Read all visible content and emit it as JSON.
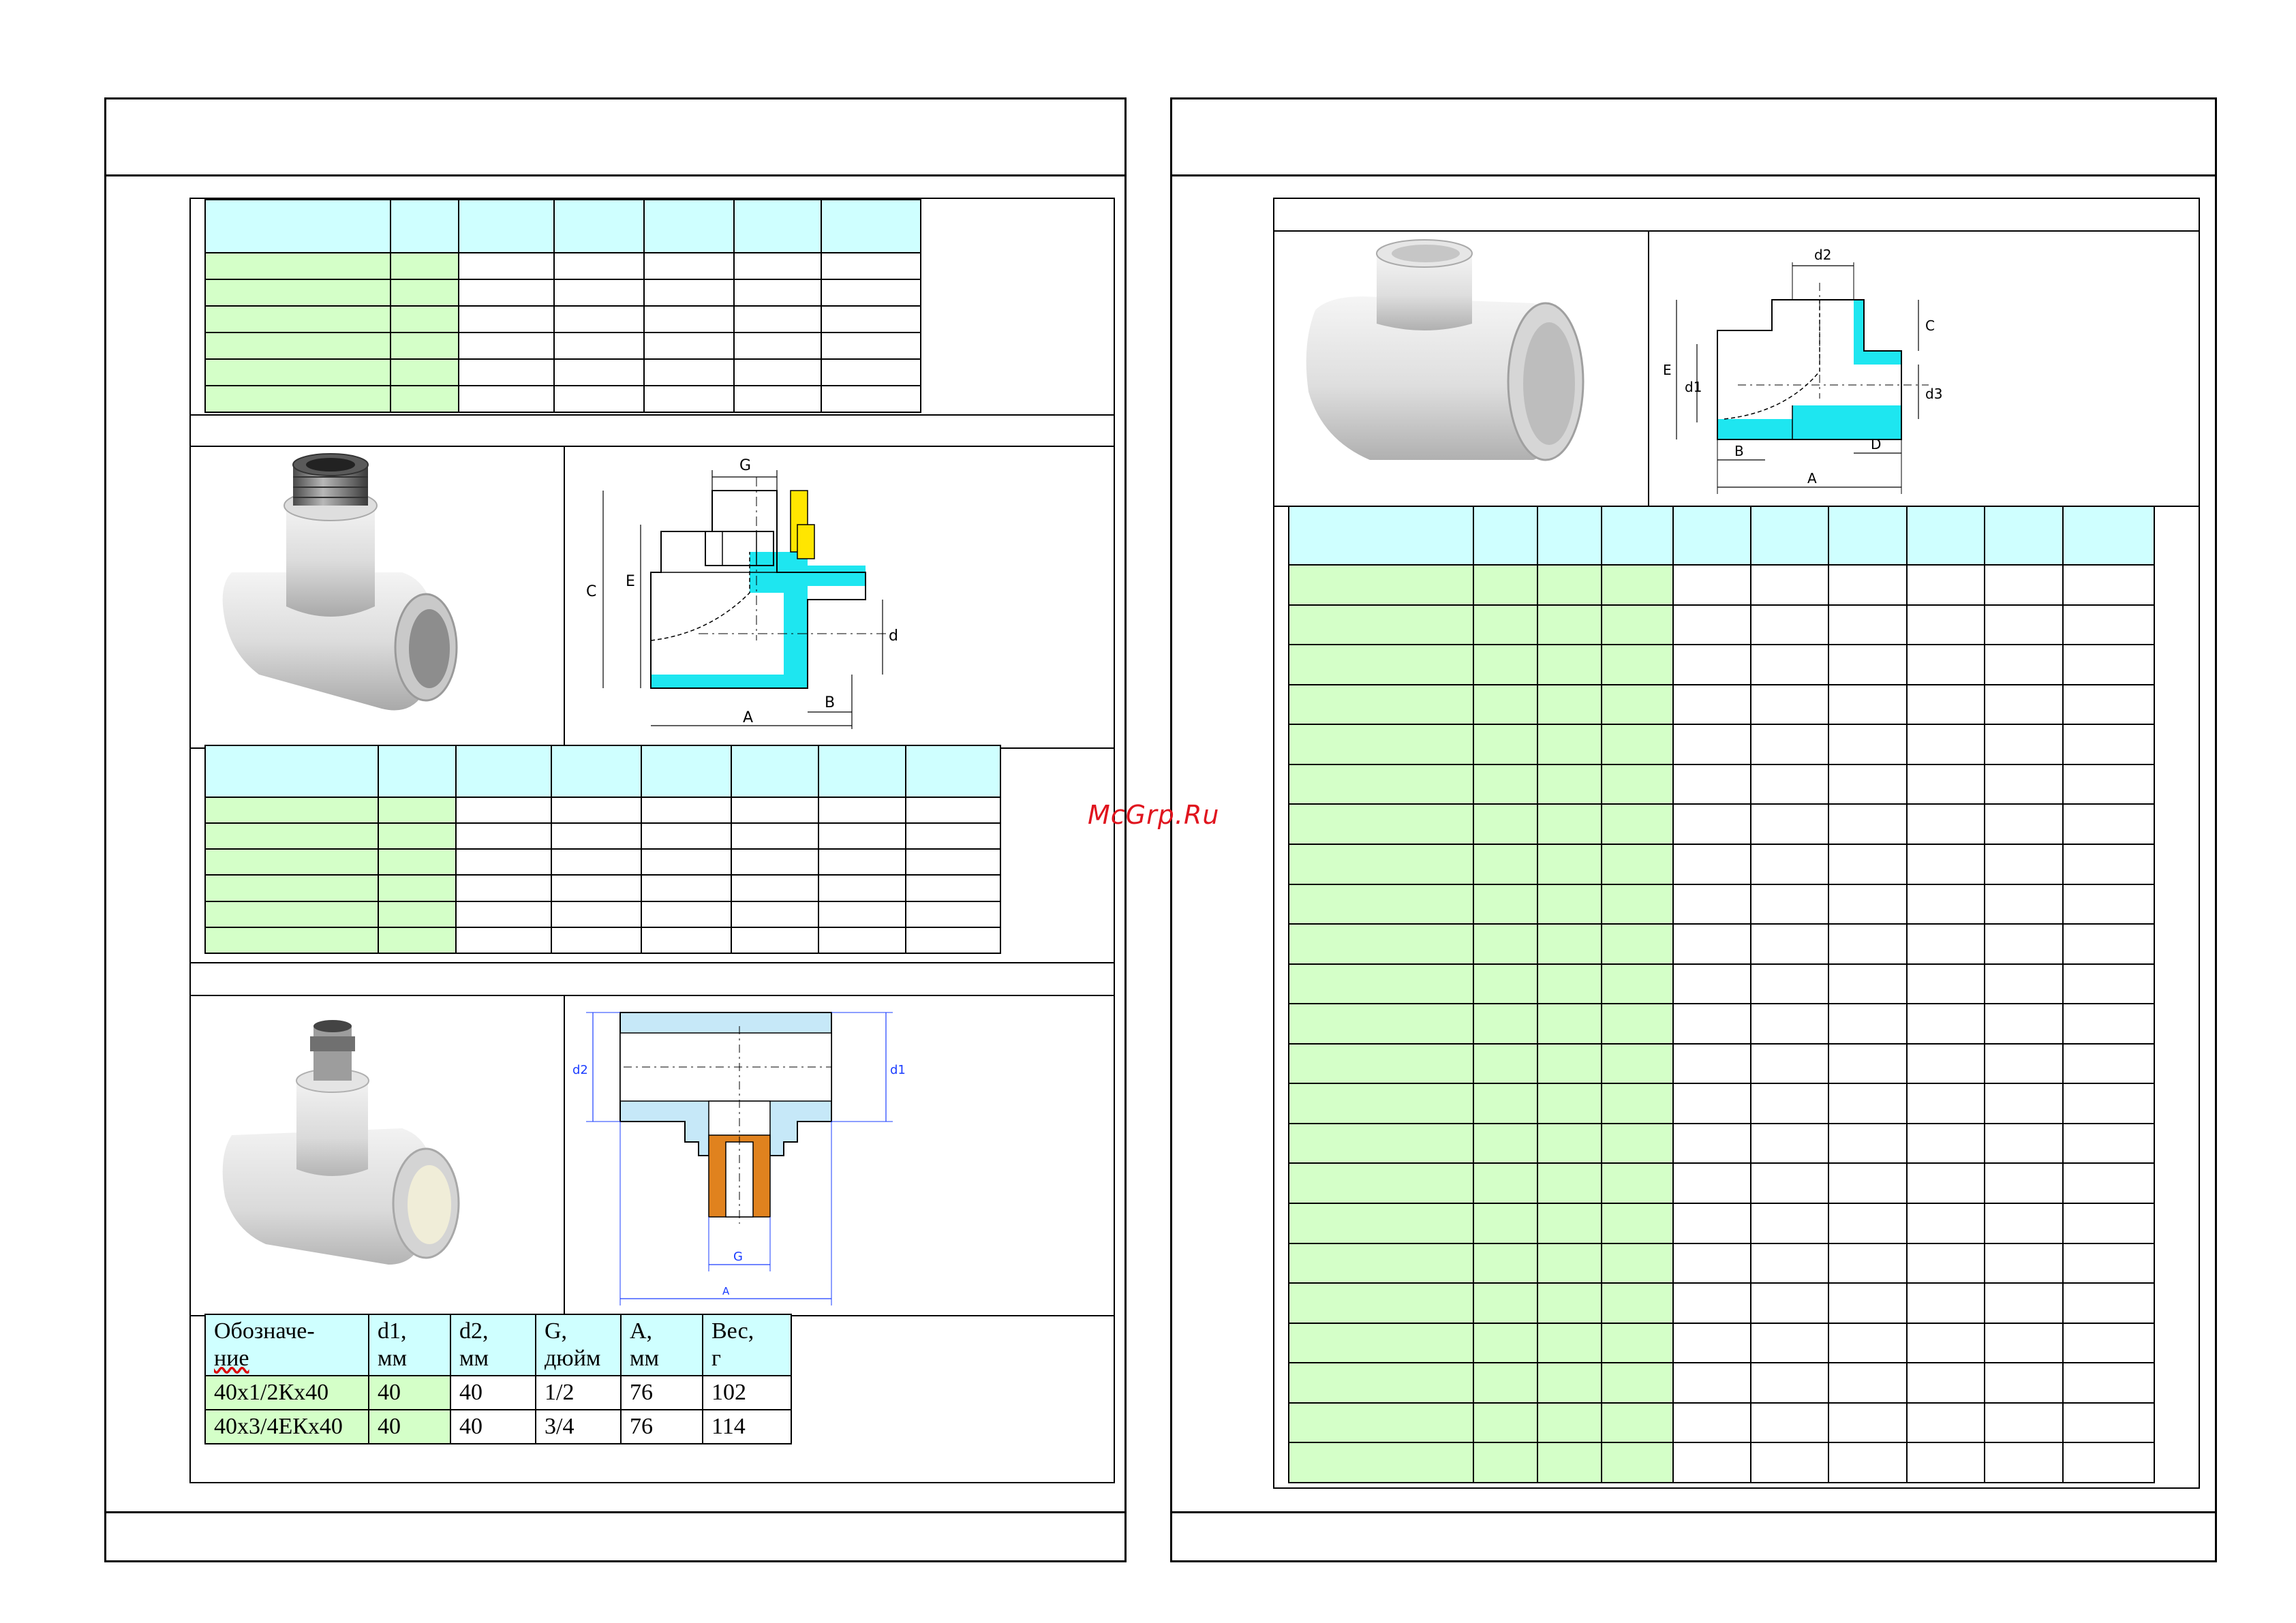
{
  "watermark": "McGrp.Ru",
  "left_page": {
    "product_table_3": {
      "headers": [
        [
          "Обозначе-",
          "ние"
        ],
        [
          "d1,",
          "мм"
        ],
        [
          "d2,",
          "мм"
        ],
        [
          "G,",
          "дюйм"
        ],
        [
          "A,",
          "мм"
        ],
        [
          "Вес,",
          "г"
        ]
      ],
      "rows": [
        [
          "40x1/2Кx40",
          "40",
          "40",
          "1/2",
          "76",
          "102"
        ],
        [
          "40x3/4ЕКx40",
          "40",
          "40",
          "3/4",
          "76",
          "114"
        ]
      ]
    },
    "drawing_1_labels": {
      "G": "G",
      "C": "C",
      "E": "E",
      "d": "d",
      "A": "A",
      "B": "B"
    },
    "drawing_2_labels": {
      "d2": "d2",
      "d1": "d1",
      "G": "G",
      "A": "A"
    }
  },
  "right_page": {
    "drawing_labels": {
      "d2": "d2",
      "E": "E",
      "d1": "d1",
      "C": "C",
      "d3": "d3",
      "B": "B",
      "D": "D",
      "A": "A"
    }
  },
  "colors": {
    "header_cyan": "#cfffff",
    "label_green": "#d4ffc8",
    "drawing_cyan": "#1ee6f0",
    "drawing_yellow": "#ffe600",
    "drawing_lightblue": "#c6e8f8",
    "drawing_orange": "#e0821e",
    "watermark_red": "#e0141e"
  }
}
